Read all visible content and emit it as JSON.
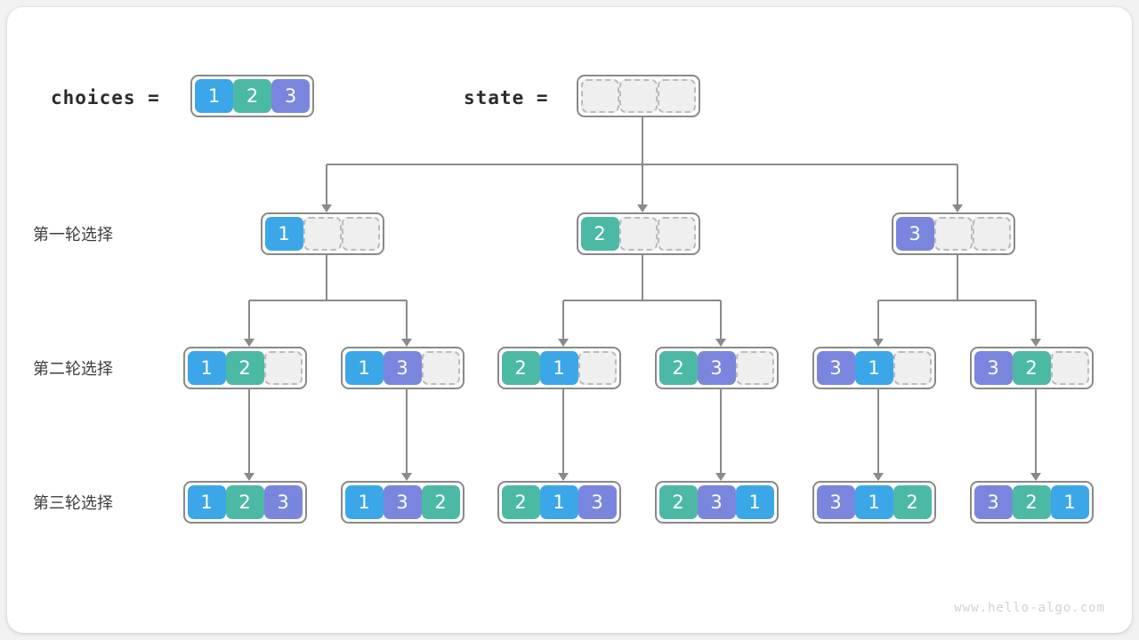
{
  "diagram": {
    "title": "permutation-backtracking-tree",
    "watermark": "www.hello-algo.com",
    "colors": {
      "value_1": "#3ba7e8",
      "value_2": "#4cb9a5",
      "value_3": "#7a86de",
      "empty_cell": "#efefef",
      "border": "#898989",
      "edge": "#8a8a8a",
      "card": "#ffffff",
      "background": "#f2f2f2"
    }
  },
  "header": {
    "choices_label": "choices  =",
    "choices_values": [
      "1",
      "2",
      "3"
    ],
    "state_label": "state  =",
    "state_values": [
      "",
      "",
      ""
    ]
  },
  "rows": [
    {
      "label": "第一轮选择"
    },
    {
      "label": "第二轮选择"
    },
    {
      "label": "第三轮选择"
    }
  ],
  "level1": [
    {
      "values": [
        "1",
        "",
        ""
      ]
    },
    {
      "values": [
        "2",
        "",
        ""
      ]
    },
    {
      "values": [
        "3",
        "",
        ""
      ]
    }
  ],
  "level2": [
    {
      "values": [
        "1",
        "2",
        ""
      ]
    },
    {
      "values": [
        "1",
        "3",
        ""
      ]
    },
    {
      "values": [
        "2",
        "1",
        ""
      ]
    },
    {
      "values": [
        "2",
        "3",
        ""
      ]
    },
    {
      "values": [
        "3",
        "1",
        ""
      ]
    },
    {
      "values": [
        "3",
        "2",
        ""
      ]
    }
  ],
  "level3": [
    {
      "values": [
        "1",
        "2",
        "3"
      ]
    },
    {
      "values": [
        "1",
        "3",
        "2"
      ]
    },
    {
      "values": [
        "2",
        "1",
        "3"
      ]
    },
    {
      "values": [
        "2",
        "3",
        "1"
      ]
    },
    {
      "values": [
        "3",
        "1",
        "2"
      ]
    },
    {
      "values": [
        "3",
        "2",
        "1"
      ]
    }
  ]
}
